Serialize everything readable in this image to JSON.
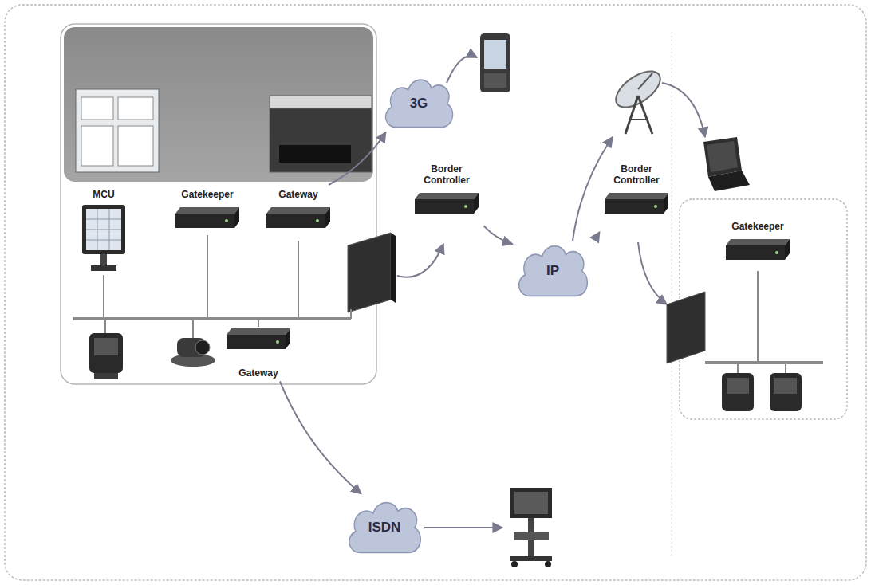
{
  "diagram": {
    "nodes": [
      {
        "text": [
          "MCU"
        ]
      },
      {
        "text": [
          "Gatekeeper"
        ]
      },
      {
        "text": [
          "Gateway"
        ]
      },
      {
        "text": [
          "Gateway"
        ]
      },
      {
        "text": [
          "3G"
        ]
      },
      {
        "text": [
          "Border Controller"
        ]
      },
      {
        "text": [
          "IP"
        ]
      },
      {
        "text": [
          "Border Controller"
        ]
      },
      {
        "text": [
          "ISDN"
        ]
      },
      {
        "text": [
          "Gatekeeper"
        ]
      }
    ],
    "edges": [
      {
        "from": 2,
        "to": 4,
        "arrow": "to"
      },
      {
        "from": 3,
        "to": 8,
        "arrow": "to"
      },
      {
        "from": 5,
        "to": 6,
        "arrow": "to"
      },
      {
        "from": 6,
        "to": 7,
        "arrow": "to"
      }
    ]
  }
}
